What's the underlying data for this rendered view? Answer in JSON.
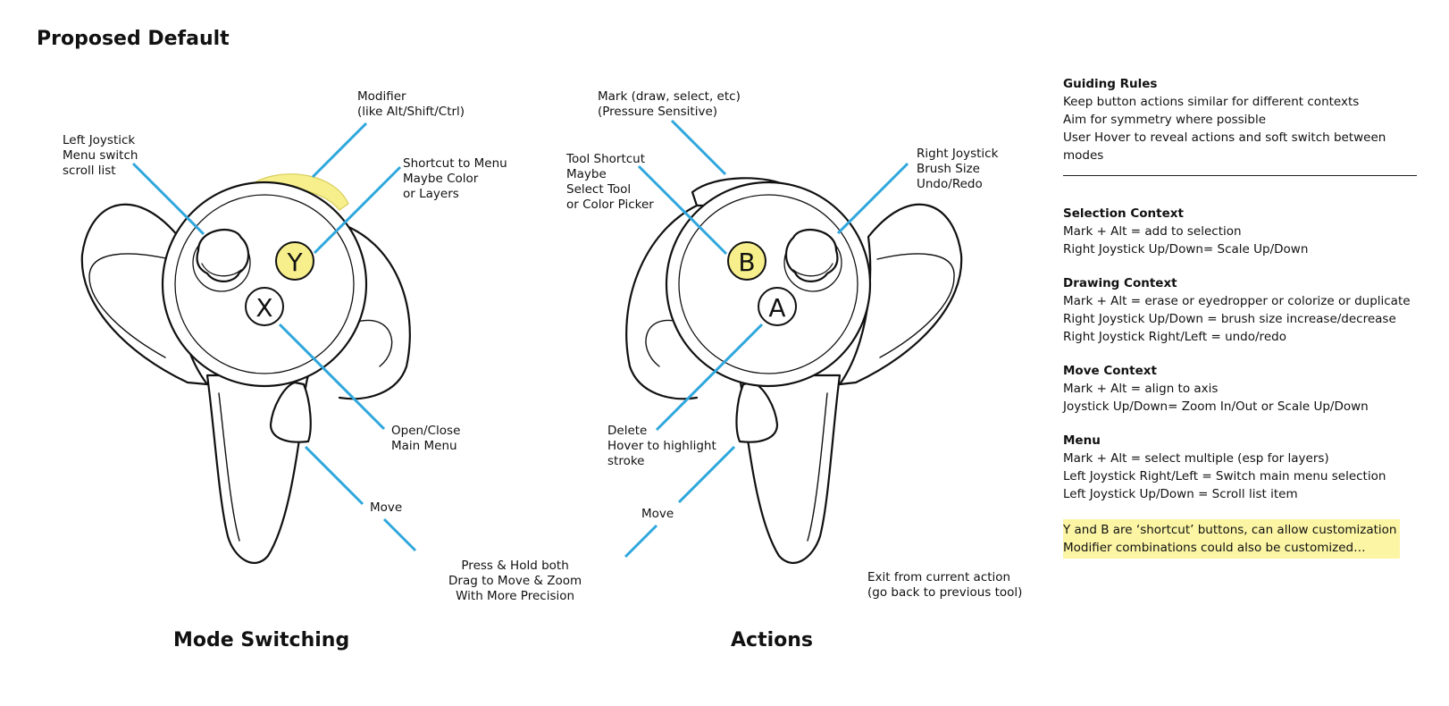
{
  "title": "Proposed Default",
  "colors": {
    "leader": "#2fa7dc",
    "highlight": "#f6ef8c",
    "stroke": "#111111"
  },
  "left_controller": {
    "section_label": "Mode Switching",
    "buttons": {
      "top": "Y",
      "bottom": "X"
    },
    "callouts": {
      "modifier": "Modifier\n(like Alt/Shift/Ctrl)",
      "joystick": "Left Joystick\nMenu switch\nscroll list",
      "shortcut": "Shortcut to Menu\nMaybe Color\nor Layers",
      "menu": "Open/Close\nMain Menu",
      "move": "Move"
    }
  },
  "right_controller": {
    "section_label": "Actions",
    "buttons": {
      "top": "B",
      "bottom": "A"
    },
    "callouts": {
      "mark": "Mark (draw, select, etc)\n(Pressure Sensitive)",
      "tool": "Tool Shortcut\nMaybe\nSelect Tool\nor Color Picker",
      "joystick": "Right Joystick\nBrush Size\nUndo/Redo",
      "delete": "Delete\nHover to highlight\nstroke",
      "move": "Move",
      "exit": "Exit from current action\n(go back to previous tool)"
    }
  },
  "center_note": "Press & Hold both\nDrag to Move & Zoom\nWith More Precision",
  "rules": {
    "guiding": {
      "heading": "Guiding Rules",
      "lines": [
        "Keep button actions similar for different contexts",
        "Aim for symmetry where possible",
        "User Hover to reveal actions and soft switch between modes"
      ]
    },
    "selection": {
      "heading": "Selection Context",
      "lines": [
        "Mark + Alt = add to selection",
        "Right Joystick Up/Down= Scale Up/Down"
      ]
    },
    "drawing": {
      "heading": "Drawing Context",
      "lines": [
        "Mark + Alt = erase or eyedropper or colorize or duplicate",
        "Right Joystick Up/Down = brush size increase/decrease",
        "Right Joystick Right/Left = undo/redo"
      ]
    },
    "move": {
      "heading": "Move Context",
      "lines": [
        "Mark + Alt = align to axis",
        "Joystick Up/Down= Zoom In/Out or Scale Up/Down"
      ]
    },
    "menu": {
      "heading": "Menu",
      "lines": [
        "Mark + Alt = select multiple (esp for layers)",
        "Left Joystick Right/Left = Switch main menu selection",
        "Left Joystick Up/Down = Scroll list item"
      ]
    },
    "note": [
      "Y and B are ‘shortcut’ buttons, can allow customization",
      "Modifier combinations could also be customized…"
    ]
  }
}
